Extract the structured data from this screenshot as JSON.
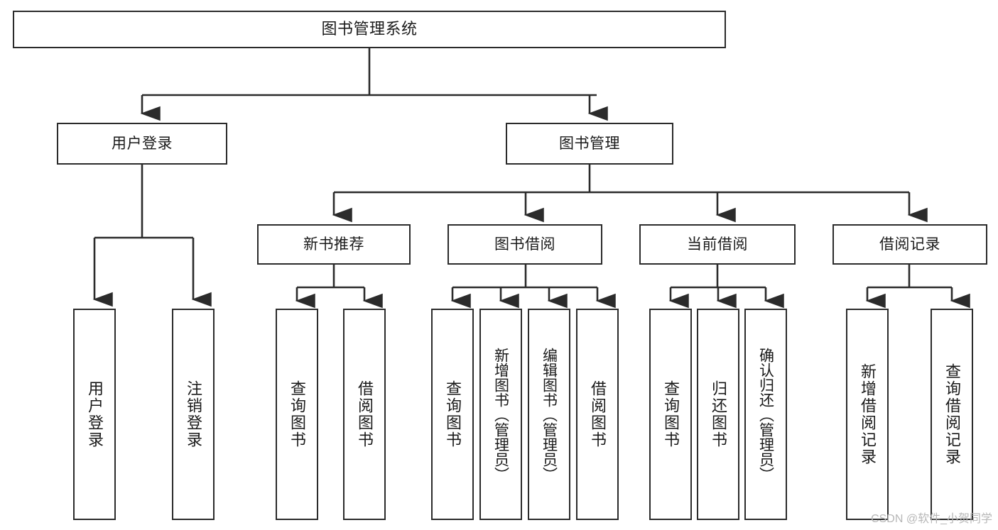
{
  "diagram": {
    "title": "图书管理系统",
    "type": "hierarchy-tree",
    "root": {
      "label": "图书管理系统"
    },
    "level2": [
      {
        "label": "用户登录"
      },
      {
        "label": "图书管理"
      }
    ],
    "level3": [
      {
        "label": "新书推荐"
      },
      {
        "label": "图书借阅"
      },
      {
        "label": "当前借阅"
      },
      {
        "label": "借阅记录"
      }
    ],
    "leaves": {
      "user_login": [
        {
          "label": "用户登录"
        },
        {
          "label": "注销登录"
        }
      ],
      "new_book_recommend": [
        {
          "label": "查询图书"
        },
        {
          "label": "借阅图书"
        }
      ],
      "book_borrow": [
        {
          "label": "查询图书"
        },
        {
          "label": "新增图书（管理员）"
        },
        {
          "label": "编辑图书（管理员）"
        },
        {
          "label": "借阅图书"
        }
      ],
      "current_borrow": [
        {
          "label": "查询图书"
        },
        {
          "label": "归还图书"
        },
        {
          "label": "确认归还（管理员）"
        }
      ],
      "borrow_record": [
        {
          "label": "新增借阅记录"
        },
        {
          "label": "查询借阅记录"
        }
      ]
    }
  },
  "watermark": {
    "text": "CSDN @软件_小贺同学"
  },
  "colors": {
    "border": "#2b2b2b",
    "background": "#ffffff",
    "text": "#1a1a1a",
    "watermark": "#b7b7b7"
  }
}
